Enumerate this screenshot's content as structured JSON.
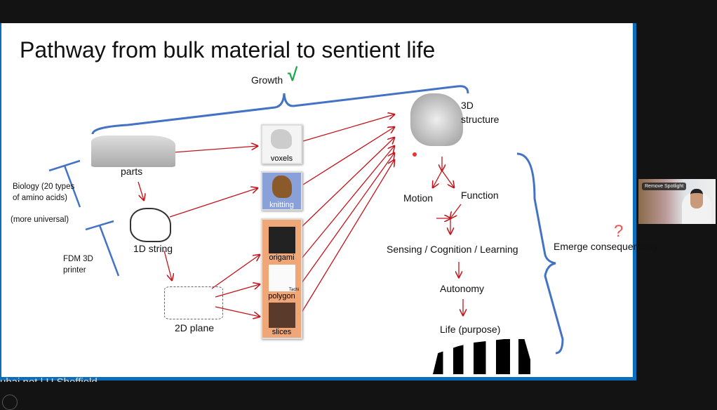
{
  "slide": {
    "title": "Pathway from bulk material to sentient life",
    "growth": "Growth",
    "check": "√",
    "parts": "parts",
    "string": "1D string",
    "plane": "2D plane",
    "biology": "Biology (20 types of amino acids)",
    "universal": "(more universal)",
    "fdm": "FDM 3D printer",
    "voxels": "voxels",
    "knitting": "knitting",
    "origami": "origami",
    "polygon": "polygon",
    "tachi": "Tachi",
    "slices": "slices",
    "structure": "3D structure",
    "motion": "Motion",
    "function": "Function",
    "sensing": "Sensing / Cognition / Learning",
    "autonomy": "Autonomy",
    "life": "Life (purpose)",
    "emerge": "Emerge consequentially",
    "question": "?"
  },
  "footer": "uhai.net | U Sheffield",
  "video": {
    "remove_spotlight": "Remove Spotlight"
  },
  "colors": {
    "arrow": "#c0151c",
    "brace": "#4472c4",
    "accent": "#0a6ebd"
  }
}
